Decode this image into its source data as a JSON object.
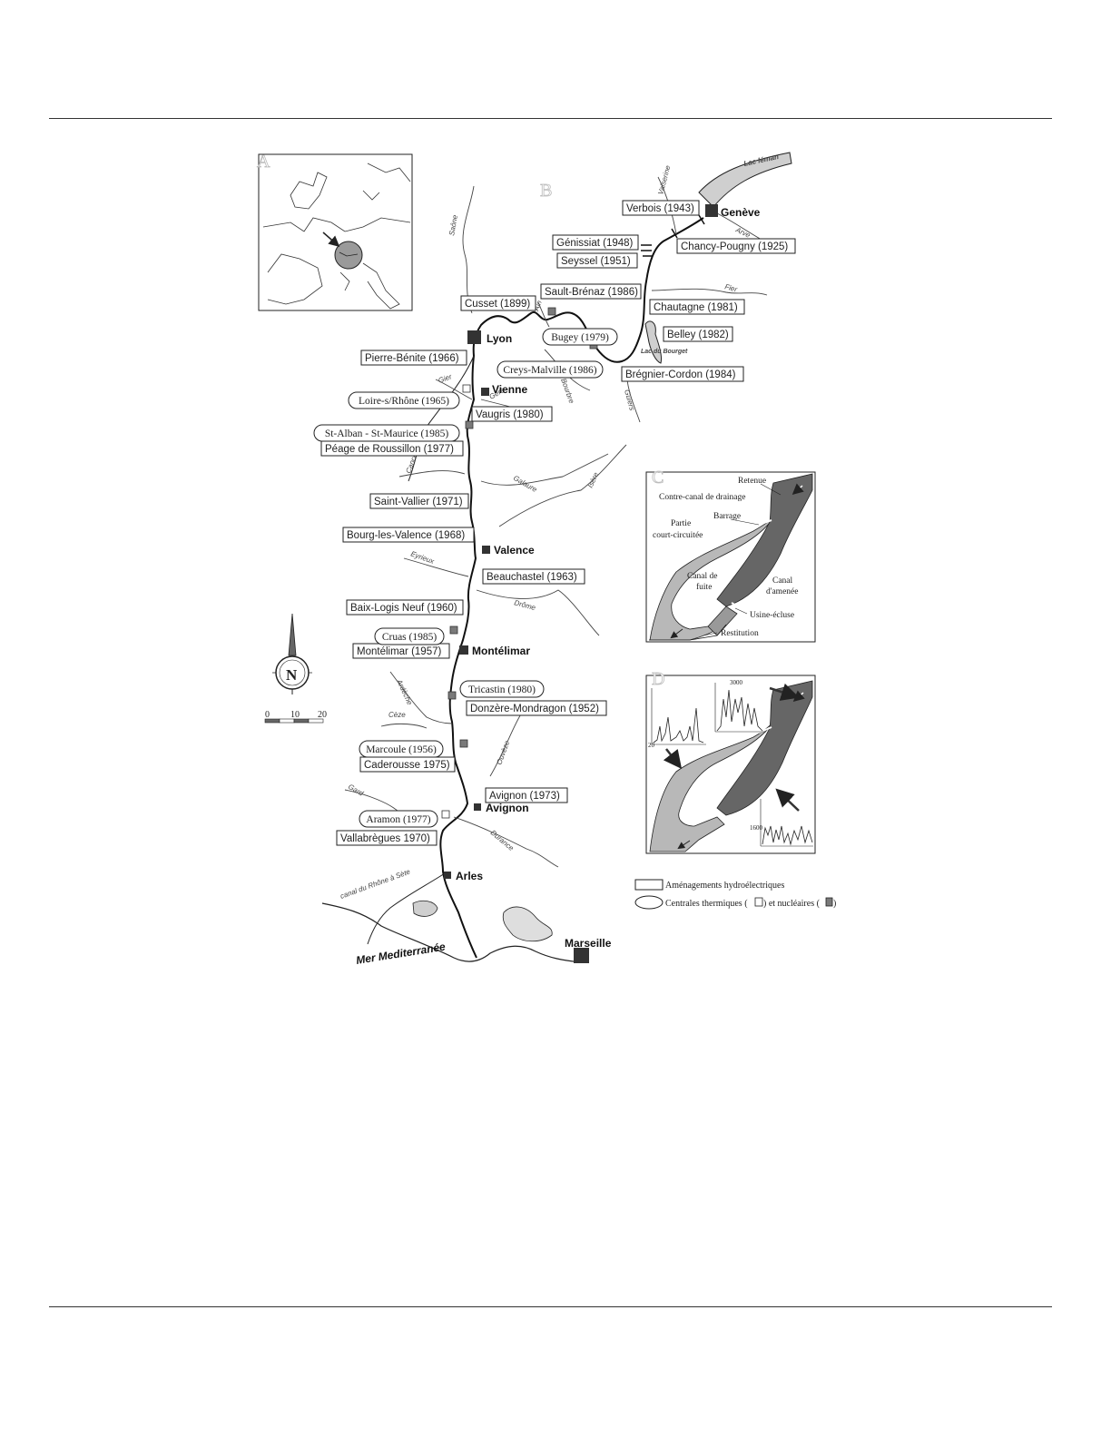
{
  "panels": {
    "a": "A",
    "b": "B",
    "c": "C",
    "d": "D"
  },
  "hydro_dams": [
    {
      "label": "Verbois (1943)"
    },
    {
      "label": "Génissiat (1948)"
    },
    {
      "label": "Chancy-Pougny (1925)"
    },
    {
      "label": "Seyssel (1951)"
    },
    {
      "label": "Sault-Brénaz (1986)"
    },
    {
      "label": "Cusset (1899)"
    },
    {
      "label": "Chautagne (1981)"
    },
    {
      "label": "Belley (1982)"
    },
    {
      "label": "Pierre-Bénite (1966)"
    },
    {
      "label": "Brégnier-Cordon (1984)"
    },
    {
      "label": "Vaugris (1980)"
    },
    {
      "label": "Péage de Roussillon (1977)"
    },
    {
      "label": "Saint-Vallier (1971)"
    },
    {
      "label": "Bourg-les-Valence (1968)"
    },
    {
      "label": "Beauchastel (1963)"
    },
    {
      "label": "Baix-Logis Neuf (1960)"
    },
    {
      "label": "Montélimar (1957)"
    },
    {
      "label": "Donzère-Mondragon (1952)"
    },
    {
      "label": "Caderousse 1975)"
    },
    {
      "label": "Avignon (1973)"
    },
    {
      "label": "Vallabrègues 1970)"
    }
  ],
  "power_plants": [
    {
      "label": "Bugey (1979)"
    },
    {
      "label": "Creys-Malville (1986)"
    },
    {
      "label": "Loire-s/Rhône (1965)"
    },
    {
      "label": "St-Alban - St-Maurice (1985)"
    },
    {
      "label": "Cruas (1985)"
    },
    {
      "label": "Tricastin (1980)"
    },
    {
      "label": "Marcoule (1956)"
    },
    {
      "label": "Aramon (1977)"
    }
  ],
  "cities": {
    "geneve": "Genève",
    "lyon": "Lyon",
    "vienne": "Vienne",
    "valence": "Valence",
    "montelimar": "Montélimar",
    "avignon": "Avignon",
    "arles": "Arles",
    "marseille": "Marseille"
  },
  "water": {
    "lac_leman": "Lac léman",
    "lac_bourget": "Lac du Bourget",
    "sea": "Mer Mediterranée"
  },
  "rivers": {
    "saone": "Saône",
    "valserine": "Valserine",
    "arve": "Arve",
    "fier": "Fier",
    "ain": "Ain",
    "bourbre": "Bourbre",
    "guiers": "Guiers",
    "gier": "Gier",
    "gere": "Gère",
    "cance": "Cance",
    "galaure": "Galaure",
    "isere": "Isère",
    "eyrieux": "Eyrieux",
    "drome": "Drôme",
    "ardeche": "Ardèche",
    "ceze": "Cèze",
    "ouveze": "Ouvèze",
    "gard": "Gard",
    "durance": "Durance",
    "canal": "canal du Rhône à Sète"
  },
  "compass": {
    "north": "N",
    "scale": [
      "0",
      "10",
      "20"
    ]
  },
  "panel_c_labels": {
    "retenue": "Retenue",
    "contre_canal": "Contre-canal de drainage",
    "barrage": "Barrage",
    "partie_1": "Partie",
    "partie_2": "court-circuitée",
    "canal_fuite_1": "Canal de",
    "canal_fuite_2": "fuite",
    "canal_amenee_1": "Canal",
    "canal_amenee_2": "d'amenée",
    "usine": "Usine-écluse",
    "restitution": "Restitution"
  },
  "panel_d_labels": {
    "y1": "3000",
    "y2": "20",
    "y3": "1600"
  },
  "legend": {
    "hydro": "Aménagements hydroélectriques",
    "thermal_1": "Centrales thermiques (",
    "thermal_2": ") et nucléaires (",
    "thermal_3": ")"
  },
  "colors": {
    "line": "#222222",
    "lake": "#cfcfcf",
    "canal": "#666666",
    "bypass": "#b8b8b8",
    "nuclear": "#7a7a7a"
  }
}
